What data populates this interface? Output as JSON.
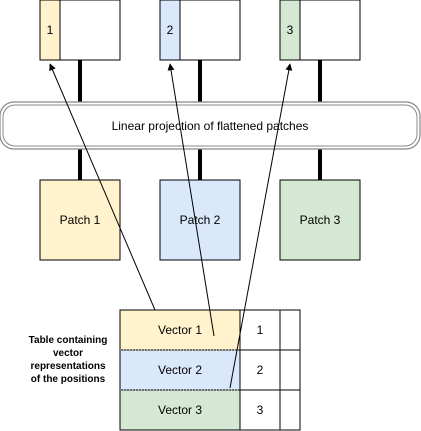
{
  "colors": {
    "yellow": "#fff2cc",
    "blue": "#dae8fc",
    "green": "#d5e8d4",
    "stroke": "#000000",
    "projection_fill": "#ffffff",
    "projection_stroke": "#888888"
  },
  "tokens": [
    {
      "index": "1",
      "color": "yellow"
    },
    {
      "index": "2",
      "color": "blue"
    },
    {
      "index": "3",
      "color": "green"
    }
  ],
  "projection": {
    "label": "Linear projection of flattened patches"
  },
  "patches": [
    {
      "label": "Patch 1",
      "color": "yellow"
    },
    {
      "label": "Patch 2",
      "color": "blue"
    },
    {
      "label": "Patch 3",
      "color": "green"
    }
  ],
  "table": {
    "caption": [
      "Table containing",
      "vector",
      "representations",
      "of the positions"
    ],
    "rows": [
      {
        "vector": "Vector 1",
        "index": "1",
        "color": "yellow"
      },
      {
        "vector": "Vector 2",
        "index": "2",
        "color": "blue"
      },
      {
        "vector": "Vector 3",
        "index": "3",
        "color": "green"
      }
    ]
  }
}
